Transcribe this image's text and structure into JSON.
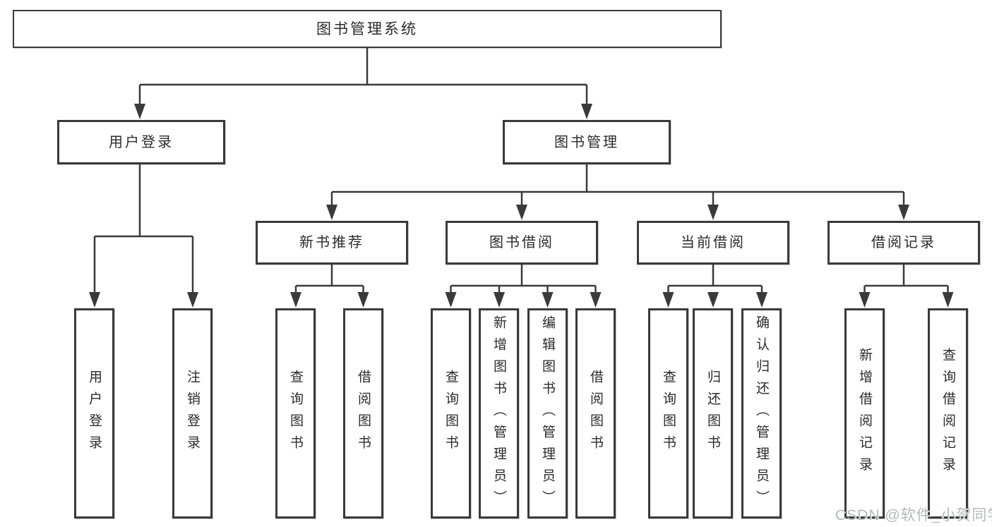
{
  "colors": {
    "line": "#3a3a3a",
    "box_border": "#3a3a3a",
    "box_fill": "#ffffff",
    "text": "#2b2b2b",
    "background": "#ffffff",
    "watermark_text": "#b5b9bc"
  },
  "watermark": {
    "text": "CSDN @软件_小贺同学"
  },
  "tree": {
    "root": {
      "label": "图书管理系统"
    },
    "branches": [
      {
        "label": "用户登录",
        "children": [
          {
            "label": "用户登录"
          },
          {
            "label": "注销登录"
          }
        ]
      },
      {
        "label": "图书管理",
        "children": [
          {
            "label": "新书推荐",
            "children": [
              {
                "label": "查询图书"
              },
              {
                "label": "借阅图书"
              }
            ]
          },
          {
            "label": "图书借阅",
            "children": [
              {
                "label": "查询图书"
              },
              {
                "label": "新增图书（管理员）"
              },
              {
                "label": "编辑图书（管理员）"
              },
              {
                "label": "借阅图书"
              }
            ]
          },
          {
            "label": "当前借阅",
            "children": [
              {
                "label": "查询图书"
              },
              {
                "label": "归还图书"
              },
              {
                "label": "确认归还（管理员）"
              }
            ]
          },
          {
            "label": "借阅记录",
            "children": [
              {
                "label": "新增借阅记录"
              },
              {
                "label": "查询借阅记录"
              }
            ]
          }
        ]
      }
    ]
  }
}
